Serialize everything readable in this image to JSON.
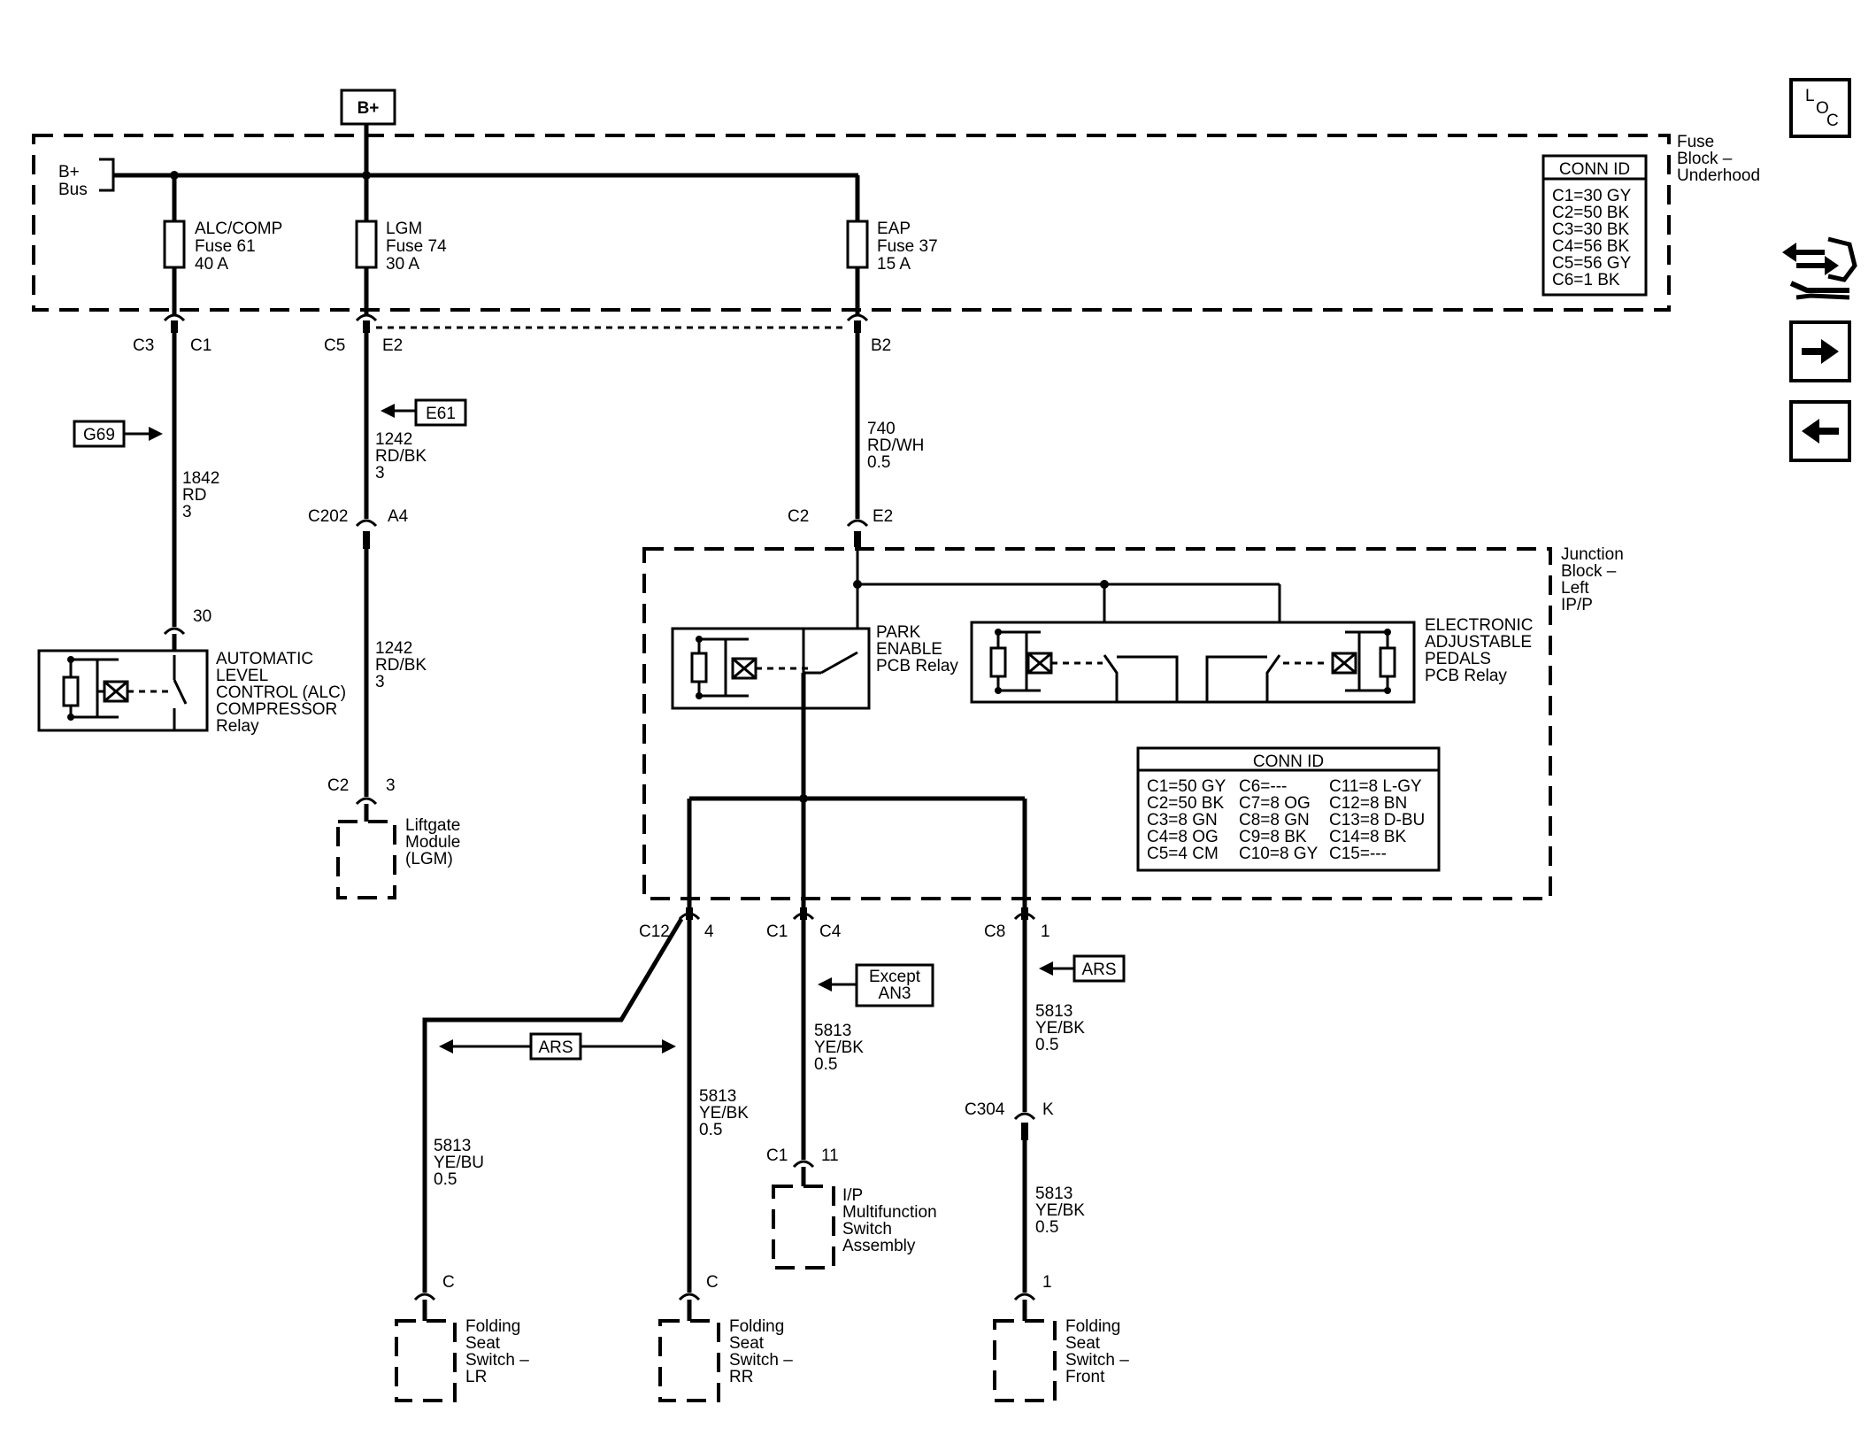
{
  "power": {
    "source": "B+",
    "bus": [
      "B+",
      "Bus"
    ]
  },
  "fuse_block": {
    "title": [
      "Fuse",
      "Block –",
      "Underhood"
    ],
    "conn_id": {
      "header": "CONN ID",
      "rows": [
        "C1=30 GY",
        "C2=50 BK",
        "C3=30 BK",
        "C4=56 BK",
        "C5=56 GY",
        "C6=1 BK"
      ]
    }
  },
  "fuses": [
    {
      "lines": [
        "ALC/COMP",
        "Fuse 61",
        "40 A"
      ]
    },
    {
      "lines": [
        "LGM",
        "Fuse 74",
        "30 A"
      ]
    },
    {
      "lines": [
        "EAP",
        "Fuse 37",
        "15 A"
      ]
    }
  ],
  "connectors": {
    "fb_alc": [
      "C3",
      "C1"
    ],
    "fb_lgm": [
      "C5",
      "E2"
    ],
    "fb_eap": [
      "B2"
    ],
    "c202": [
      "C202",
      "A4"
    ],
    "jb_in": [
      "C2",
      "E2"
    ],
    "relay30": [
      "30"
    ],
    "lgm_mod": [
      "C2",
      "3"
    ],
    "c12": [
      "C12",
      "4"
    ],
    "c1c4": [
      "C1",
      "C4"
    ],
    "c8": [
      "C8",
      "1"
    ],
    "c304": [
      "C304",
      "K"
    ],
    "ipsw": [
      "C1",
      "11"
    ],
    "fs_lr": [
      "C"
    ],
    "fs_rr": [
      "C"
    ],
    "fs_front": [
      "1"
    ]
  },
  "wires": {
    "alc": [
      "1842",
      "RD",
      "3"
    ],
    "lgm_upper": [
      "1242",
      "RD/BK",
      "3"
    ],
    "lgm_lower": [
      "1242",
      "RD/BK",
      "3"
    ],
    "eap": [
      "740",
      "RD/WH",
      "0.5"
    ],
    "lr": [
      "5813",
      "YE/BU",
      "0.5"
    ],
    "rr": [
      "5813",
      "YE/BK",
      "0.5"
    ],
    "ip": [
      "5813",
      "YE/BK",
      "0.5"
    ],
    "front_upper": [
      "5813",
      "YE/BK",
      "0.5"
    ],
    "front_lower": [
      "5813",
      "YE/BK",
      "0.5"
    ]
  },
  "refs": {
    "g69": "G69",
    "e61": "E61",
    "ars_left": "ARS",
    "ars_right": "ARS",
    "except_an3": [
      "Except",
      "AN3"
    ]
  },
  "components": {
    "alc_relay": [
      "AUTOMATIC",
      "LEVEL",
      "CONTROL (ALC)",
      "COMPRESSOR",
      "Relay"
    ],
    "lgm": [
      "Liftgate",
      "Module",
      "(LGM)"
    ],
    "park_relay": [
      "PARK",
      "ENABLE",
      "PCB Relay"
    ],
    "eap_relay": [
      "ELECTRONIC",
      "ADJUSTABLE",
      "PEDALS",
      "PCB Relay"
    ],
    "ip_switch": [
      "I/P",
      "Multifunction",
      "Switch",
      "Assembly"
    ],
    "fs_lr": [
      "Folding",
      "Seat",
      "Switch –",
      "LR"
    ],
    "fs_rr": [
      "Folding",
      "Seat",
      "Switch –",
      "RR"
    ],
    "fs_front": [
      "Folding",
      "Seat",
      "Switch –",
      "Front"
    ]
  },
  "junction_block": {
    "title": [
      "Junction",
      "Block –",
      "Left",
      "IP/P"
    ],
    "conn_id": {
      "header": "CONN ID",
      "col1": [
        "C1=50 GY",
        "C2=50 BK",
        "C3=8 GN",
        "C4=8 OG",
        "C5=4 CM"
      ],
      "col2": [
        "C6=---",
        "C7=8 OG",
        "C8=8 GN",
        "C9=8 BK",
        "C10=8 GY"
      ],
      "col3": [
        "C11=8 L-GY",
        "C12=8 BN",
        "C13=8 D-BU",
        "C14=8 BK",
        "C15=---"
      ]
    }
  },
  "side_nav": {
    "loc": [
      "L",
      "O",
      "C"
    ],
    "icons": [
      "connector-harness-icon",
      "next-arrow-icon",
      "previous-arrow-icon"
    ]
  }
}
